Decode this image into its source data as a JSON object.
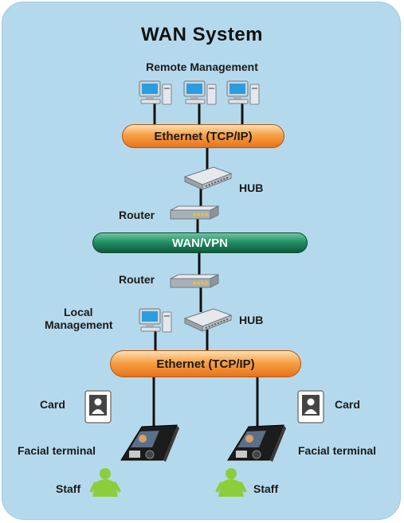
{
  "title": "WAN System",
  "nodes": {
    "remote_management": "Remote Management",
    "ethernet_top": "Ethernet (TCP/IP)",
    "hub_top": "HUB",
    "router_top": "Router",
    "wan": "WAN/VPN",
    "router_bottom": "Router",
    "local_management": [
      "Local",
      "Management"
    ],
    "hub_bottom": "HUB",
    "ethernet_bottom": "Ethernet (TCP/IP)",
    "card_left": "Card",
    "card_right": "Card",
    "terminal_left": "Facial  terminal",
    "terminal_right": "Facial terminal",
    "staff_left": "Staff",
    "staff_right": "Staff"
  },
  "colors": {
    "background": "#b5d9ec",
    "ethernet_bus": "#f7a044",
    "wan_bus": "#1f8d62"
  },
  "icons": [
    "computer-icon",
    "hub-icon",
    "router-icon",
    "card-reader-icon",
    "facial-terminal-icon",
    "person-icon"
  ]
}
